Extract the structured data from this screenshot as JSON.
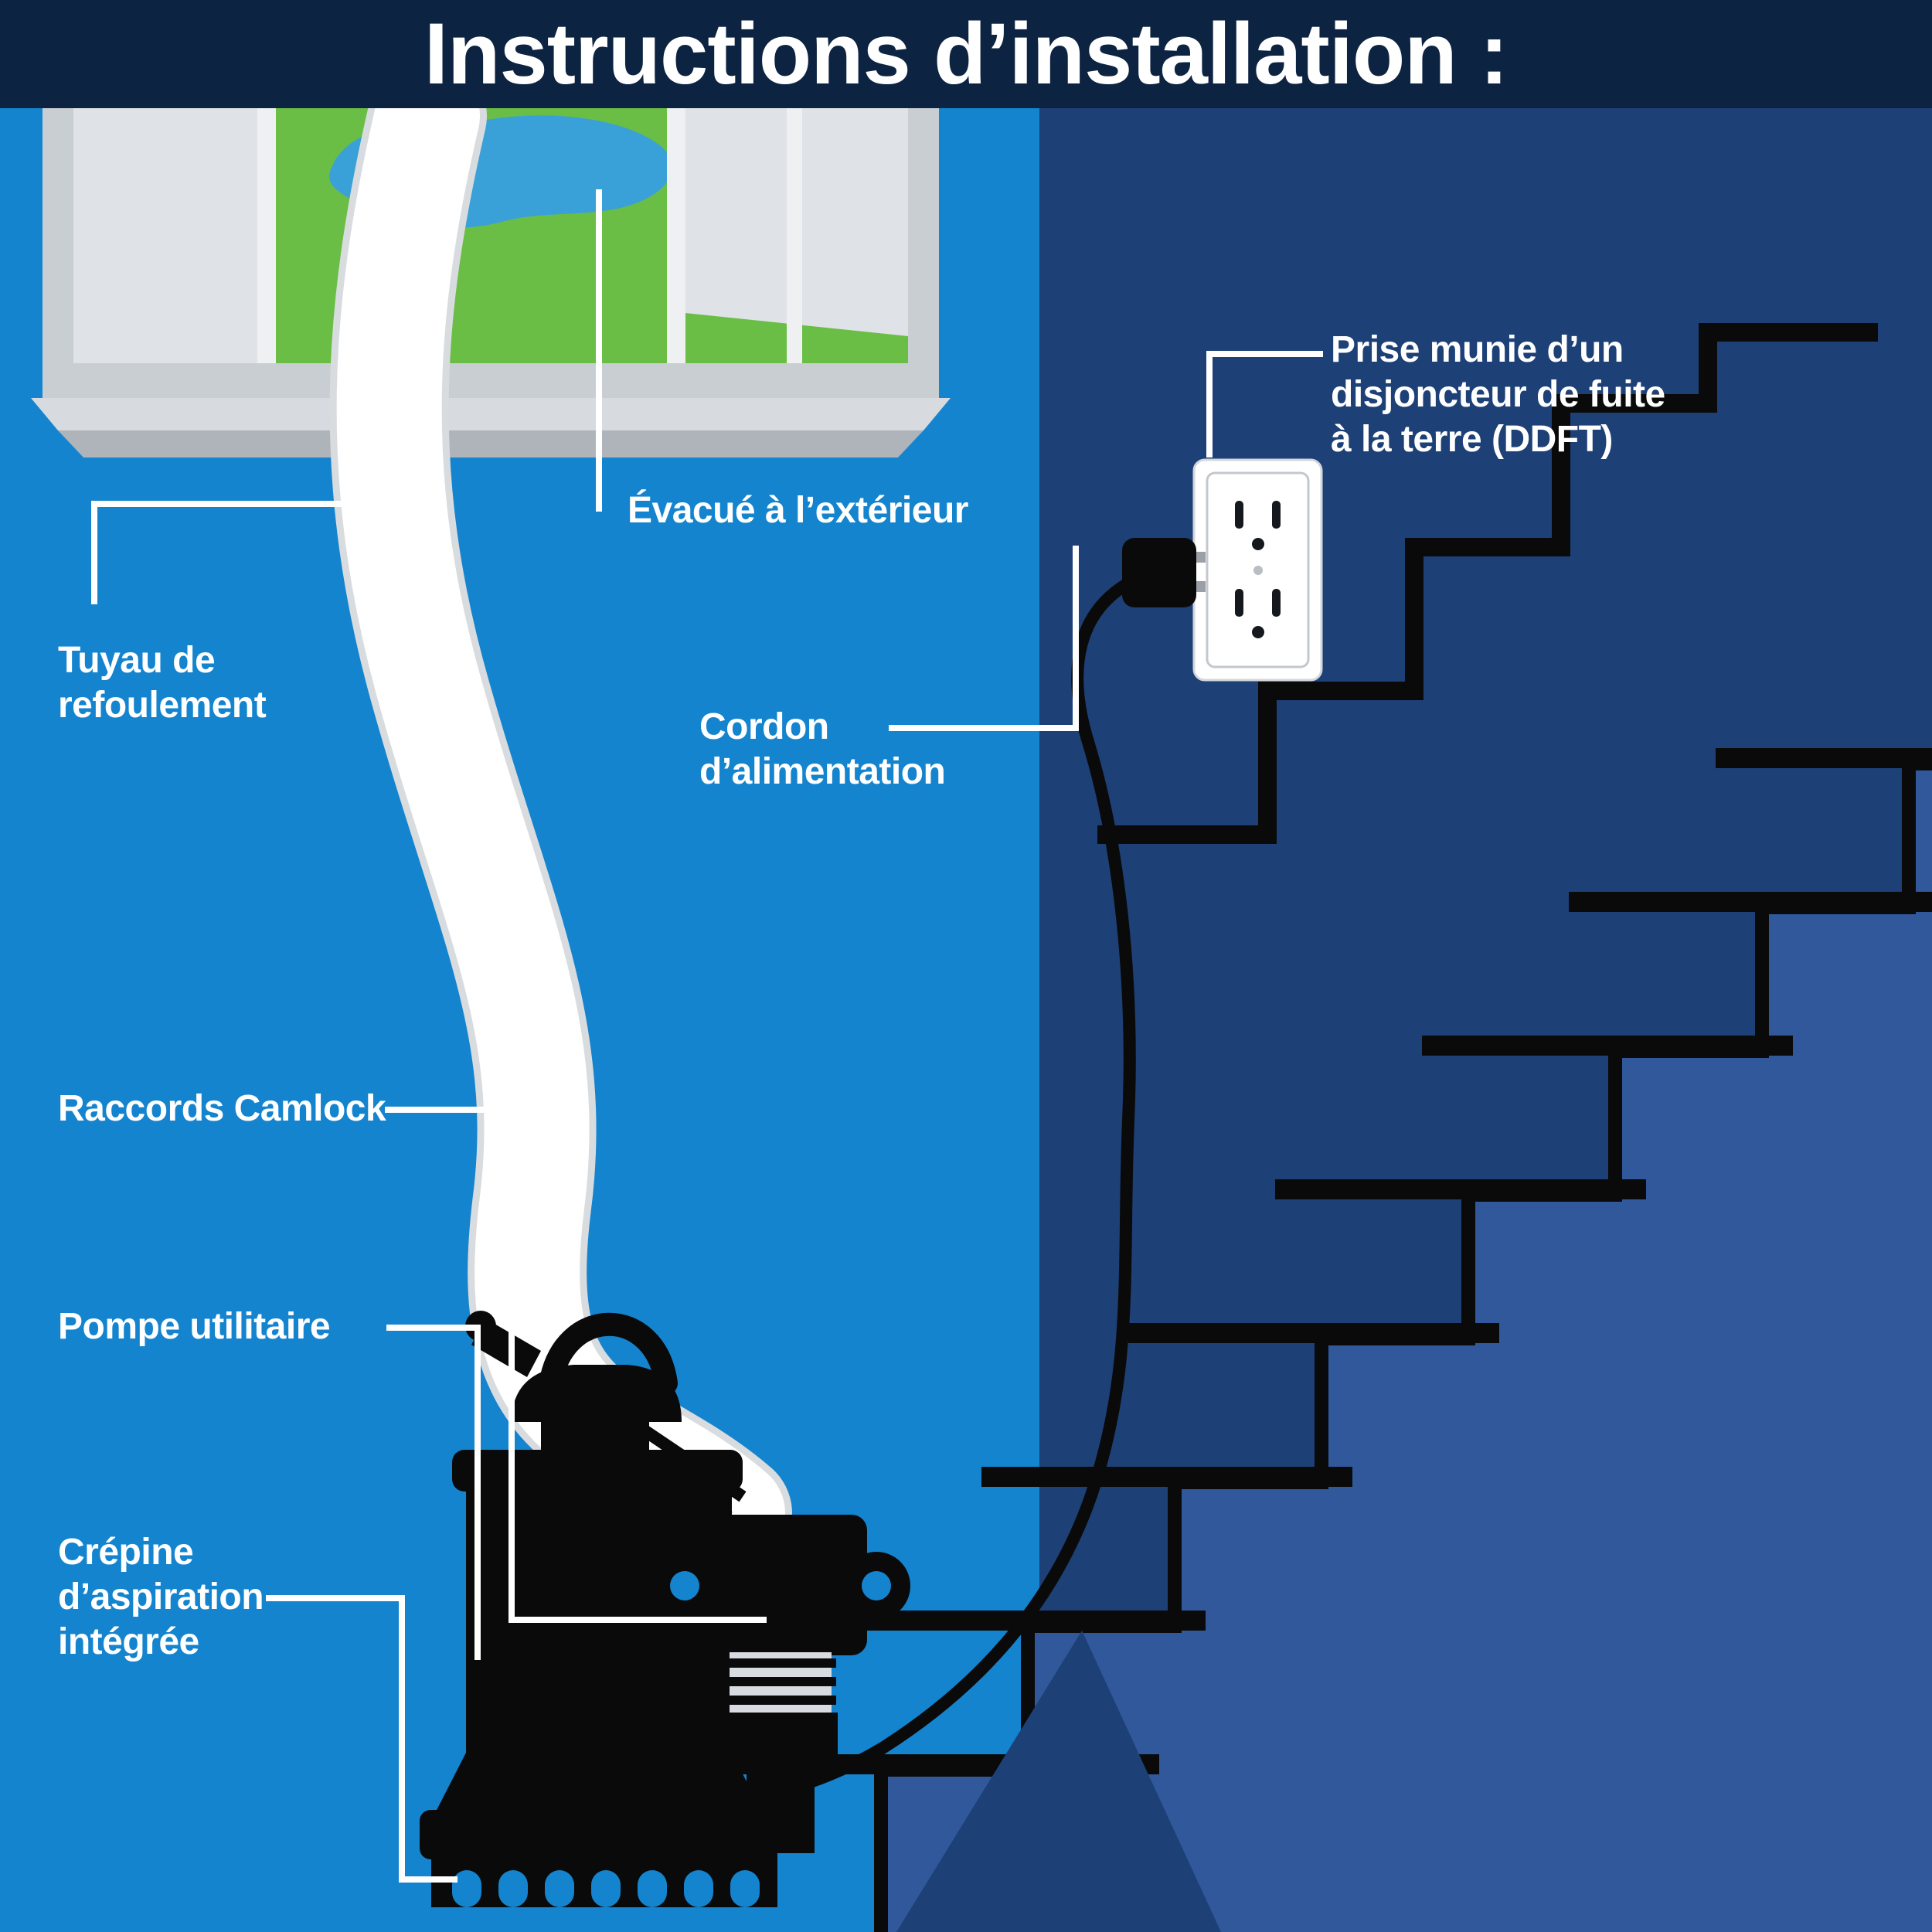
{
  "header": {
    "title": "Instructions d’installation :"
  },
  "labels": {
    "evacue": "Évacué à l’extérieur",
    "tuyau": "Tuyau de\nrefoulement",
    "cordon": "Cordon\nd’alimentation",
    "prise": "Prise munie d’un\ndisjoncteur de fuite\nà la terre (DDFT)",
    "raccords": "Raccords Camlock",
    "pompe": "Pompe utilitaire",
    "crepine": "Crépine\nd’aspiration\nintégrée"
  },
  "colors": {
    "header_navy": "#0d2342",
    "wall_blue": "#1484cf",
    "dark_wall_blue": "#1d4076",
    "stair_blue": "#30589a",
    "grass_green": "#6abe45",
    "water_blue": "#3aa0d8",
    "hose_white": "#ffffff",
    "callout_line_white": "#ffffff",
    "silhouette_black": "#0a0a0a",
    "text_white": "#ffffff"
  }
}
